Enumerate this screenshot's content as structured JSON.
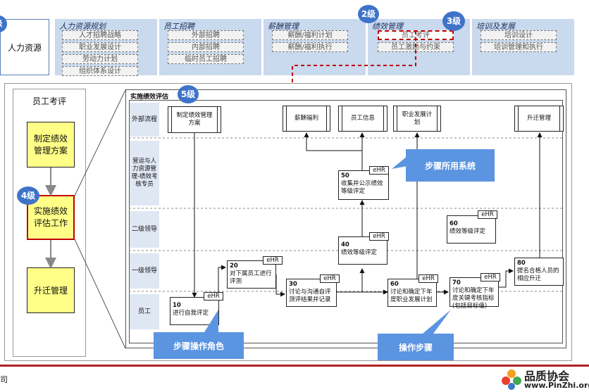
{
  "top": {
    "left_badge": "级",
    "hr_label": "人力资源",
    "level2_badge": "2级",
    "level3_badge": "3级",
    "categories": [
      {
        "title": "人力资源规划",
        "items": [
          "人才招聘战略",
          "职业发展设计",
          "劳动力计划",
          "组织体系设计"
        ]
      },
      {
        "title": "员工招聘",
        "items": [
          "外部招聘",
          "内部招聘",
          "临时员工招聘"
        ]
      },
      {
        "title": "薪酬管理",
        "items": [
          "薪酬/福利计划",
          "薪酬/福利执行"
        ]
      },
      {
        "title": "绩效管理",
        "items": [
          "员工考评",
          "员工激励与约束"
        ]
      },
      {
        "title": "培训及发展",
        "items": [
          "培训设计",
          "培训管理和执行"
        ]
      }
    ]
  },
  "left": {
    "title": "员工考评",
    "level4_badge": "4级",
    "steps": [
      "制定绩效管理方案",
      "实施绩效评估工作",
      "升迁管理"
    ]
  },
  "flow": {
    "title": "实施绩效评估",
    "level5_badge": "5级",
    "lanes": [
      "外部流程",
      "营运与人力资源管理-绩效考核专员",
      "二级领导",
      "一级领导",
      "员工"
    ],
    "external": [
      "制定绩效管理方案",
      "薪酬福利",
      "员工信息",
      "职业发展计划",
      "升迁管理"
    ],
    "steps": [
      {
        "num": "10",
        "text": "进行自我评定"
      },
      {
        "num": "20",
        "text": "对下属员工进行评测"
      },
      {
        "num": "30",
        "text": "讨论与沟通自评测评结果并记录"
      },
      {
        "num": "40",
        "text": "绩效等级评定"
      },
      {
        "num": "50",
        "text": "收集并公示绩效等级评定"
      },
      {
        "num": "60",
        "text": "讨论和确定下年度职业发展计划"
      },
      {
        "num": "60",
        "text": "绩效等级评定"
      },
      {
        "num": "70",
        "text": "讨论和确定下年度关键考核指标(包括目标值)"
      },
      {
        "num": "80",
        "text": "提名合格人员的相应升迁"
      }
    ],
    "ehr": "eHR",
    "callouts": {
      "system": "步骤所用系统",
      "role": "步骤操作角色",
      "operation": "操作步骤"
    }
  },
  "footer": {
    "left_text": "司",
    "logo_name": "品质协会",
    "logo_url": "www.PinZhi.org"
  },
  "colors": {
    "accent_blue": "#3f73c9",
    "category_bg": "#c9d9ee",
    "step_yellow": "#ffff88",
    "highlight_red": "#c00000"
  }
}
